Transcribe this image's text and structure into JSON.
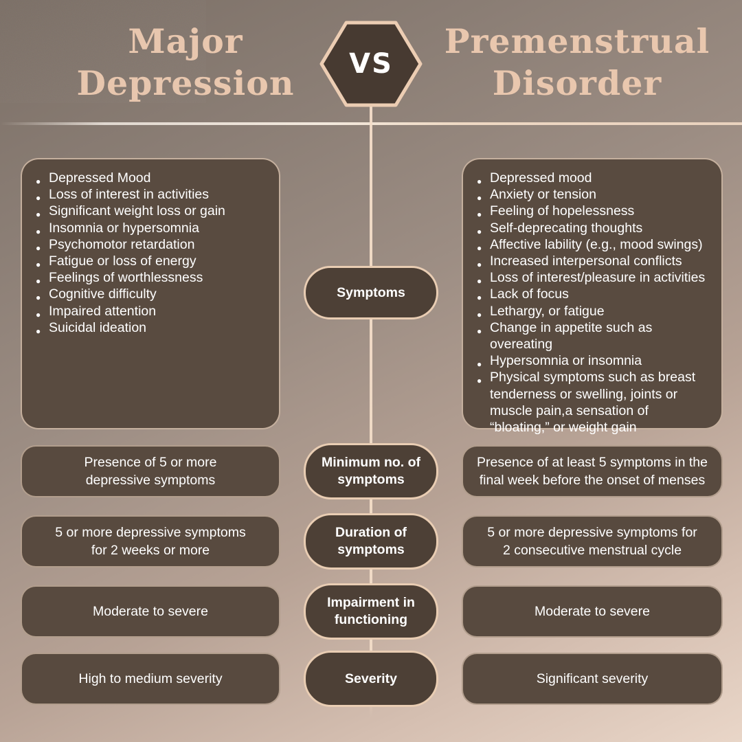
{
  "titles": {
    "left": [
      "Major",
      "Depression"
    ],
    "vs": "VS",
    "right": [
      "Premenstrual",
      "Disorder"
    ]
  },
  "symptoms_row": {
    "label": "Symptoms",
    "left_items": [
      "Depressed Mood",
      "Loss of interest in activities",
      "Significant weight loss or gain",
      "Insomnia or hypersomnia",
      "Psychomotor retardation",
      "Fatigue or loss of energy",
      "Feelings of worthlessness",
      "Cognitive difficulty",
      "Impaired attention",
      "Suicidal ideation"
    ],
    "right_items": [
      "Depressed mood",
      "Anxiety or tension",
      "Feeling of hopelessness",
      "Self-deprecating thoughts",
      "Affective lability (e.g., mood swings)",
      "Increased interpersonal conflicts",
      "Loss of interest/pleasure in activities",
      "Lack of focus",
      "Lethargy, or fatigue",
      "Change in appetite such as overeating",
      "Hypersomnia or insomnia",
      "Physical symptoms such as breast tenderness or swelling, joints or muscle pain,a sensation of “bloating,” or weight gain"
    ]
  },
  "comparison_rows": [
    {
      "label": "Minimum no. of symptoms",
      "left": "Presence of 5 or more depressive symptoms",
      "right": "Presence of at least 5 symptoms in the final week before the onset of menses"
    },
    {
      "label": "Duration of symptoms",
      "left": "5 or more depressive symptoms for 2 weeks or more",
      "right": "5 or more depressive symptoms for 2 consecutive menstrual cycle"
    },
    {
      "label": "Impairment in functioning",
      "left": "Moderate to severe",
      "right": "Moderate to severe"
    },
    {
      "label": "Severity",
      "left": "High to medium severity",
      "right": "Significant severity"
    }
  ],
  "colors": {
    "background_top": "#7b6f66",
    "background_bottom": "#e9d6c8",
    "panel_fill": "#594b40",
    "pill_fill": "#4d4036",
    "hexagon_fill": "#473a31",
    "accent_border": "#e9cdb3",
    "title_text": "#e9c7ae",
    "body_text": "#ffffff"
  }
}
